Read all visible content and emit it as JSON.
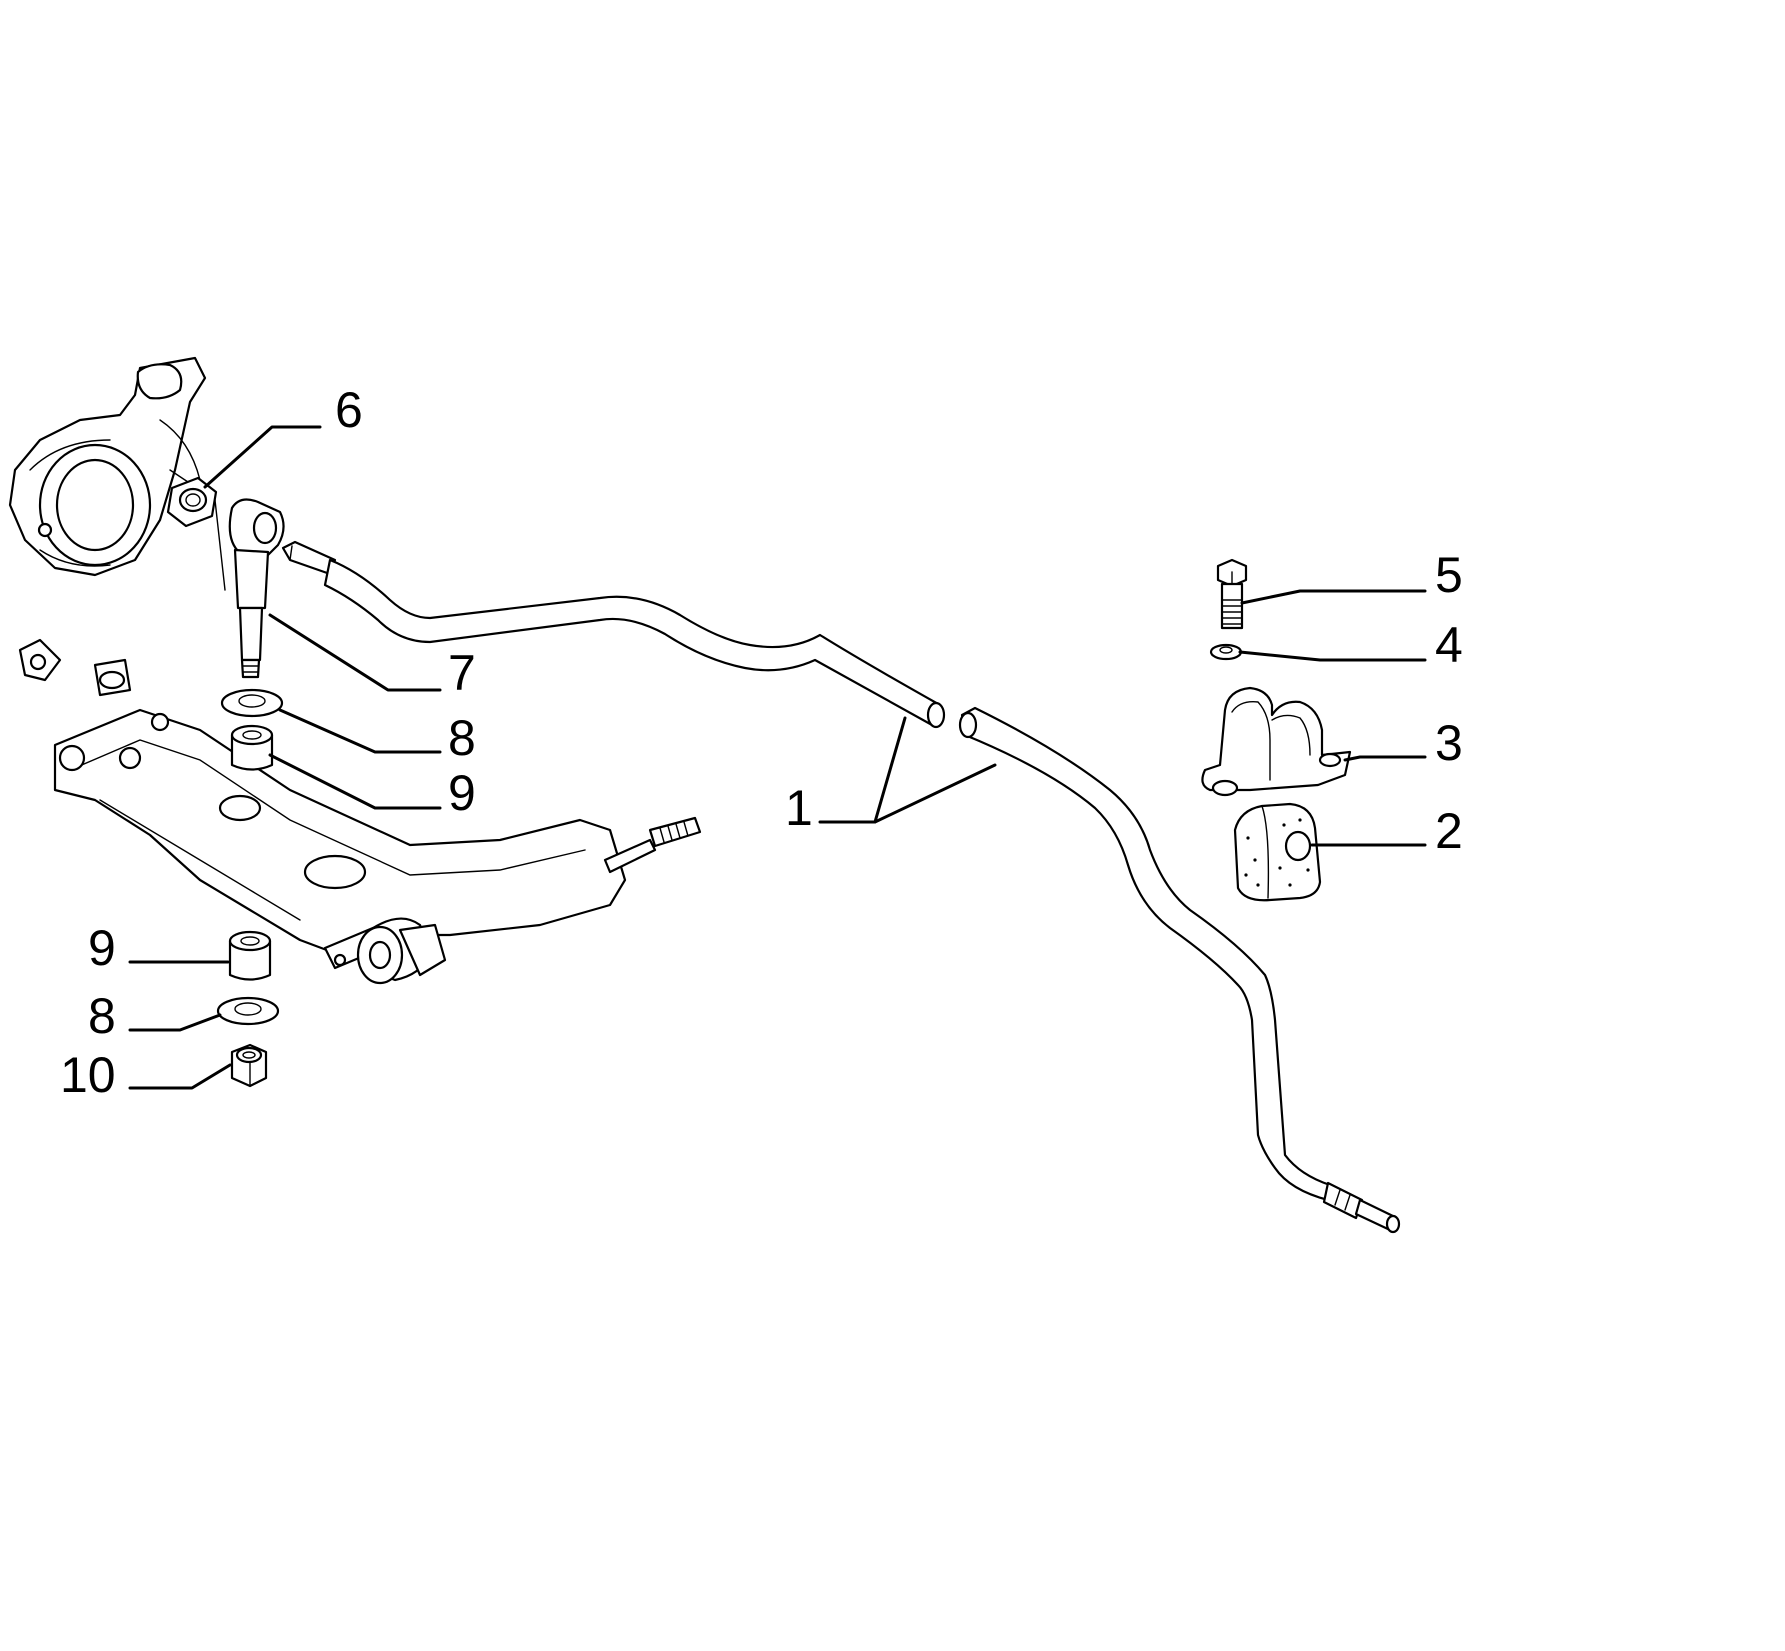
{
  "diagram": {
    "type": "exploded-parts-view",
    "line_color": "#000000",
    "background": "#ffffff",
    "callouts": [
      {
        "id": "c6",
        "label": "6"
      },
      {
        "id": "c7",
        "label": "7"
      },
      {
        "id": "c8a",
        "label": "8"
      },
      {
        "id": "c9a",
        "label": "9"
      },
      {
        "id": "c1",
        "label": "1"
      },
      {
        "id": "c5",
        "label": "5"
      },
      {
        "id": "c4",
        "label": "4"
      },
      {
        "id": "c3",
        "label": "3"
      },
      {
        "id": "c2",
        "label": "2"
      },
      {
        "id": "c9b",
        "label": "9"
      },
      {
        "id": "c8b",
        "label": "8"
      },
      {
        "id": "c10",
        "label": "10"
      }
    ]
  }
}
